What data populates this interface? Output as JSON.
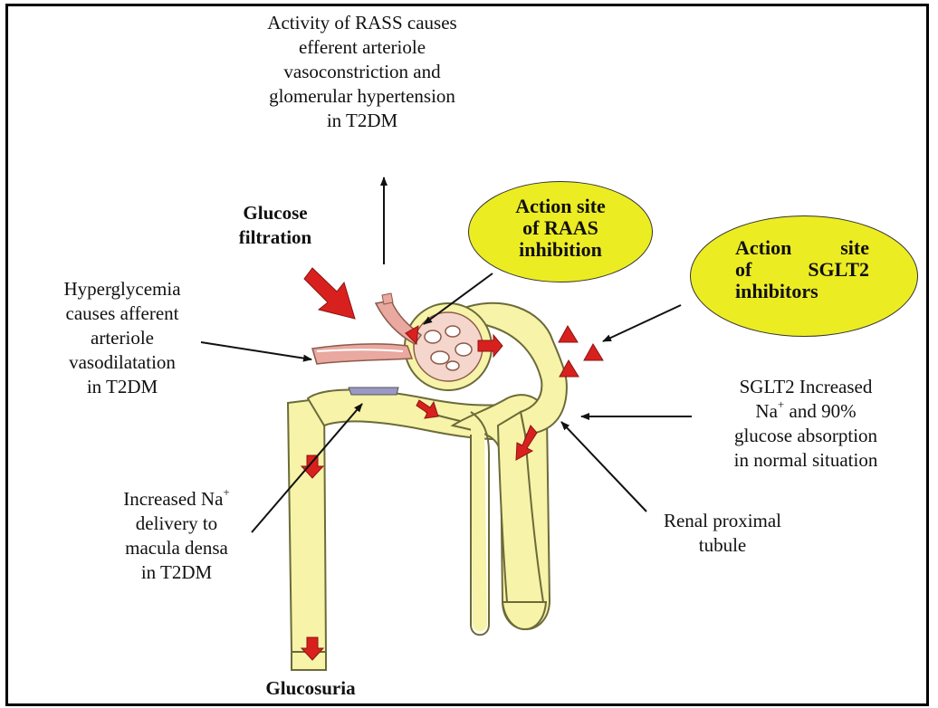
{
  "labels": {
    "rass_activity": [
      "Activity of RASS causes",
      "efferent arteriole",
      "vasoconstriction and",
      "glomerular hypertension",
      "in T2DM"
    ],
    "glucose_filtration": [
      "Glucose",
      "filtration"
    ],
    "hyperglycemia": [
      "Hyperglycemia",
      "causes afferent",
      "arteriole",
      "vasodilatation",
      "in T2DM"
    ],
    "raas_site": [
      "Action site",
      "of RAAS",
      "inhibition"
    ],
    "sglt2_site": {
      "line1": [
        "Action",
        "site"
      ],
      "line2": [
        "of",
        "SGLT2"
      ],
      "line3": "inhibitors"
    },
    "sglt2_increased": {
      "line1": "SGLT2 Increased",
      "line2_pre": "Na",
      "line2_sup": "+",
      "line2_post": " and 90%",
      "line3": "glucose absorption",
      "line4": "in normal situation"
    },
    "increased_na": {
      "line1_pre": "Increased Na",
      "line1_sup": "+",
      "line2": "delivery to",
      "line3": "macula densa",
      "line4": "in T2DM"
    },
    "renal_proximal": [
      "Renal proximal",
      "tubule"
    ],
    "glucosuria": "Glucosuria"
  },
  "colors": {
    "tubule_fill": "#f7f3a8",
    "tubule_stroke": "#6b6b3a",
    "oval_fill": "#ecec23",
    "flow_arrow": "#d8211e",
    "vessel_fill": "#e9a8a0",
    "macula": "#9a98c4"
  }
}
